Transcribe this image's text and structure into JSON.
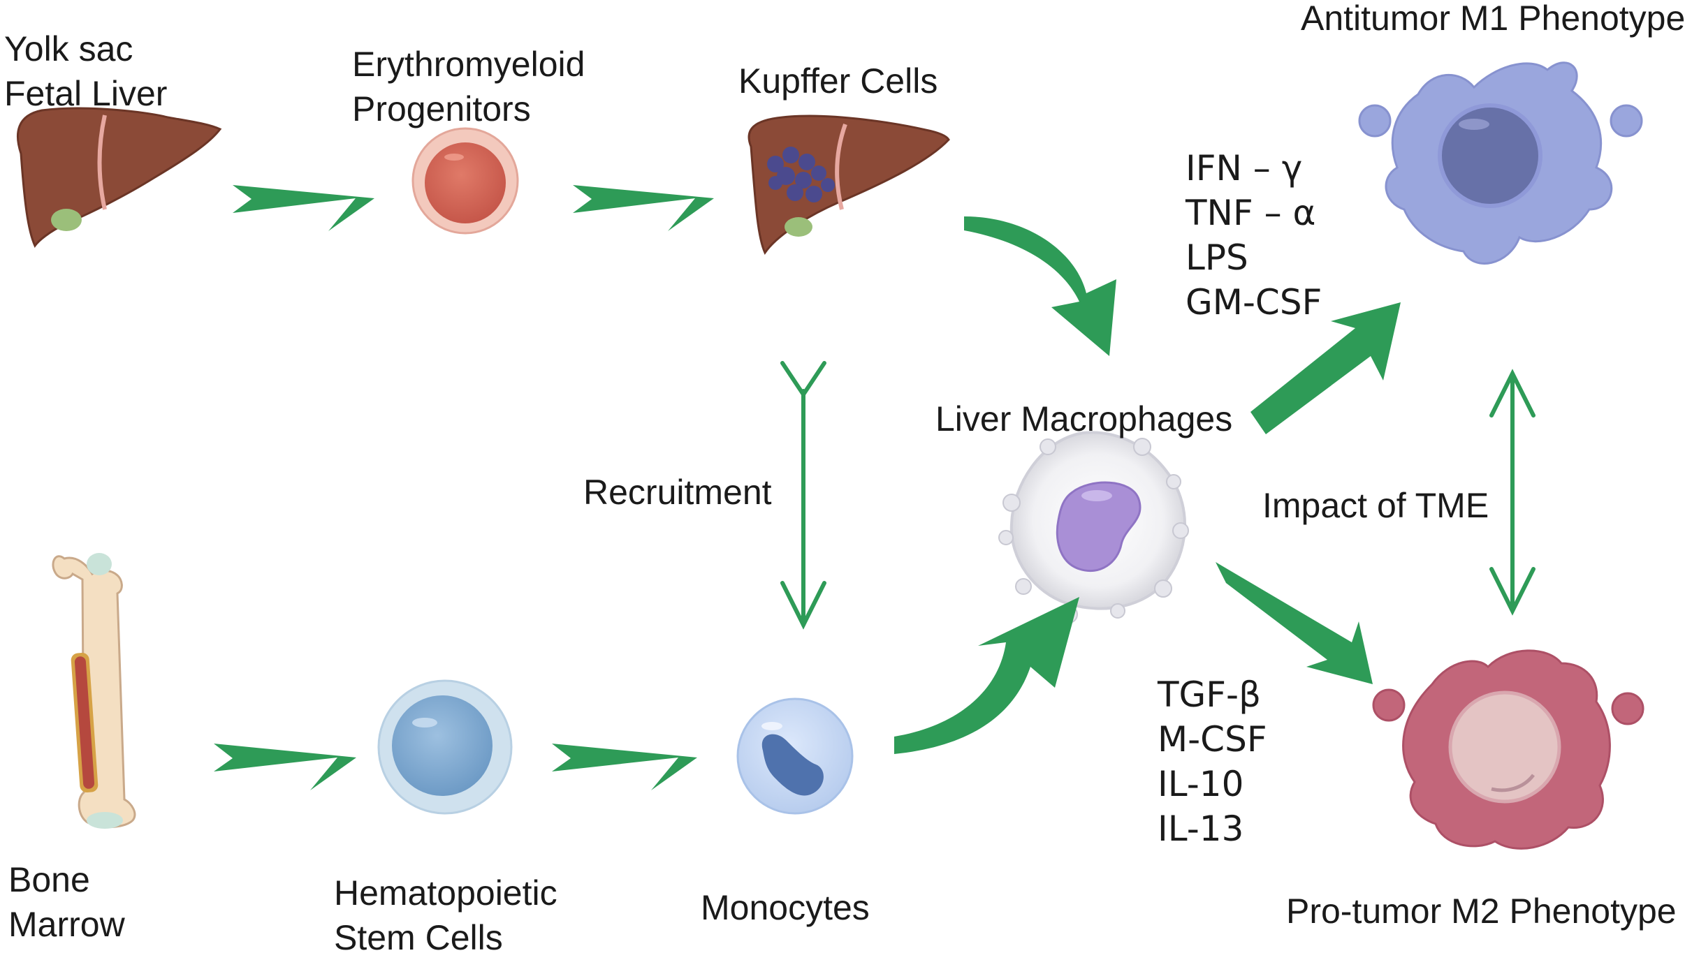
{
  "stages": {
    "origin_liver": {
      "line1": "Yolk sac",
      "line2": "Fetal Liver"
    },
    "erythromyeloid": {
      "line1": "Erythromyeloid",
      "line2": "Progenitors"
    },
    "kupffer": {
      "label": "Kupffer Cells"
    },
    "bone_marrow": {
      "line1": "Bone",
      "line2": "Marrow"
    },
    "hsc": {
      "line1": "Hematopoietic",
      "line2": "Stem Cells"
    },
    "monocytes": {
      "label": "Monocytes"
    },
    "liver_macrophages": {
      "label": "Liver Macrophages"
    },
    "m1": {
      "label": "Antitumor M1 Phenotype"
    },
    "m2": {
      "label": "Pro-tumor M2 Phenotype"
    }
  },
  "recruitment": {
    "label": "Recruitment"
  },
  "tme": {
    "label": "Impact of TME"
  },
  "m1_stimuli": [
    "IFN – γ",
    "TNF – α",
    "LPS",
    "GM-CSF"
  ],
  "m2_stimuli": [
    "TGF-β",
    "M-CSF",
    "IL-10",
    "IL-13"
  ],
  "colors": {
    "arrow_green": "#2e9b57",
    "liver": "#8b4a37",
    "kupffer_cluster": "#4b4a8e",
    "erythro_cell": "#d46a5a",
    "hsc_cell": "#7ea9cf",
    "monocyte_nucleus": "#4f72ad",
    "macrophage_nucleus": "#a98fd6",
    "m1_cell": "#9aa6dd",
    "m1_nucleus": "#6771a8",
    "m2_cell": "#c2667a",
    "m2_nucleus": "#e4c4c4"
  },
  "icons": [
    "liver-icon",
    "erythroid-cell-icon",
    "kupffer-liver-icon",
    "bone-icon",
    "stem-cell-icon",
    "monocyte-icon",
    "macrophage-icon",
    "m1-macrophage-icon",
    "m2-macrophage-icon"
  ]
}
